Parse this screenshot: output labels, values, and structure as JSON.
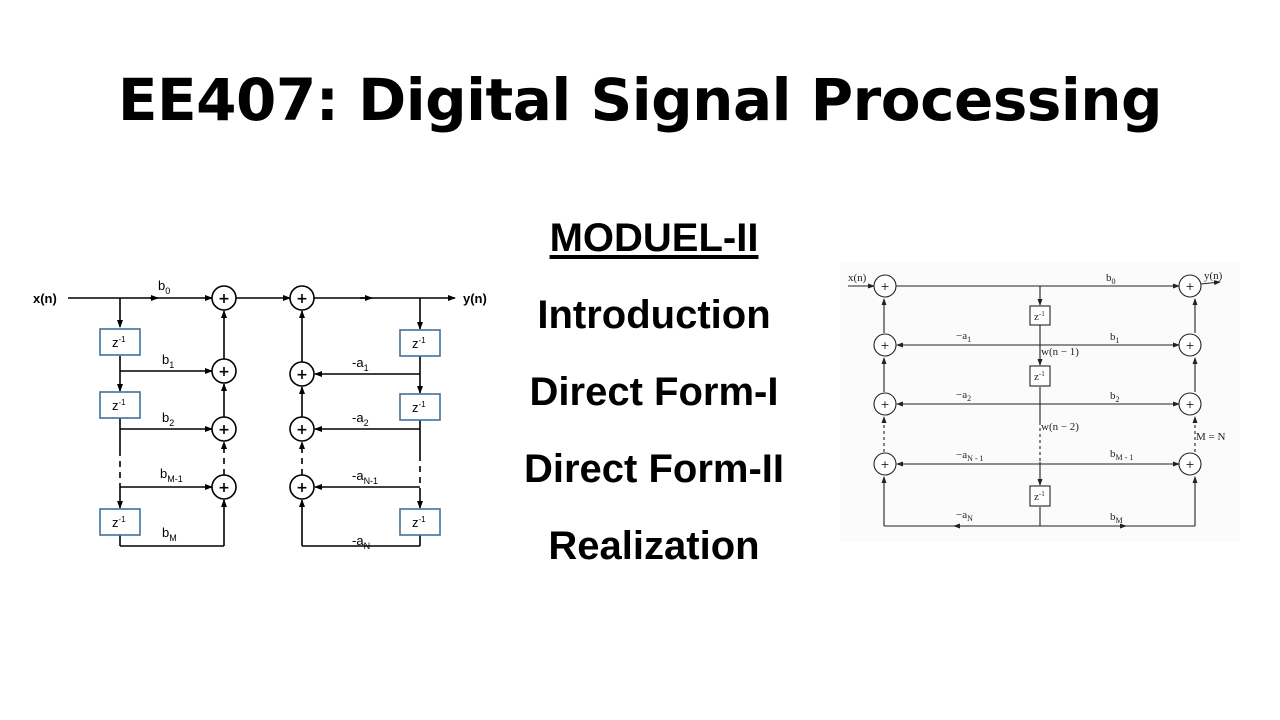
{
  "slide": {
    "title": "EE407: Digital Signal Processing",
    "menu": {
      "module": "MODUEL-II",
      "items": [
        "Introduction",
        "Direct Form-I",
        "Direct Form-II",
        "Realization"
      ]
    }
  },
  "df1": {
    "input": "x(n)",
    "output": "y(n)",
    "delay": "z",
    "delay_exp": "-1",
    "sum": "+",
    "b0": "b",
    "b0_sub": "0",
    "b1": "b",
    "b1_sub": "1",
    "b2": "b",
    "b2_sub": "2",
    "bm1": "b",
    "bm1_sub": "M-1",
    "bm": "b",
    "bm_sub": "M",
    "a1": "-a",
    "a1_sub": "1",
    "a2": "-a",
    "a2_sub": "2",
    "an1": "-a",
    "an1_sub": "N-1",
    "an": "-a",
    "an_sub": "N"
  },
  "df2": {
    "input": "x(n)",
    "output": "y(n)",
    "delay": "z",
    "delay_exp": "-1",
    "sum": "+",
    "w1": "w(n − 1)",
    "w2": "w(n − 2)",
    "mn": "M = N",
    "a1": "−a",
    "a1_sub": "1",
    "a2": "−a",
    "a2_sub": "2",
    "an1": "−a",
    "an1_sub": "N - 1",
    "an": "−a",
    "an_sub": "N",
    "b0": "b",
    "b0_sub": "0",
    "b1": "b",
    "b1_sub": "1",
    "b2": "b",
    "b2_sub": "2",
    "bm1": "b",
    "bm1_sub": "M - 1",
    "bm": "b",
    "bm_sub": "M"
  },
  "colors": {
    "delay_box": "#41719c",
    "line": "#000000",
    "text": "#000000"
  }
}
